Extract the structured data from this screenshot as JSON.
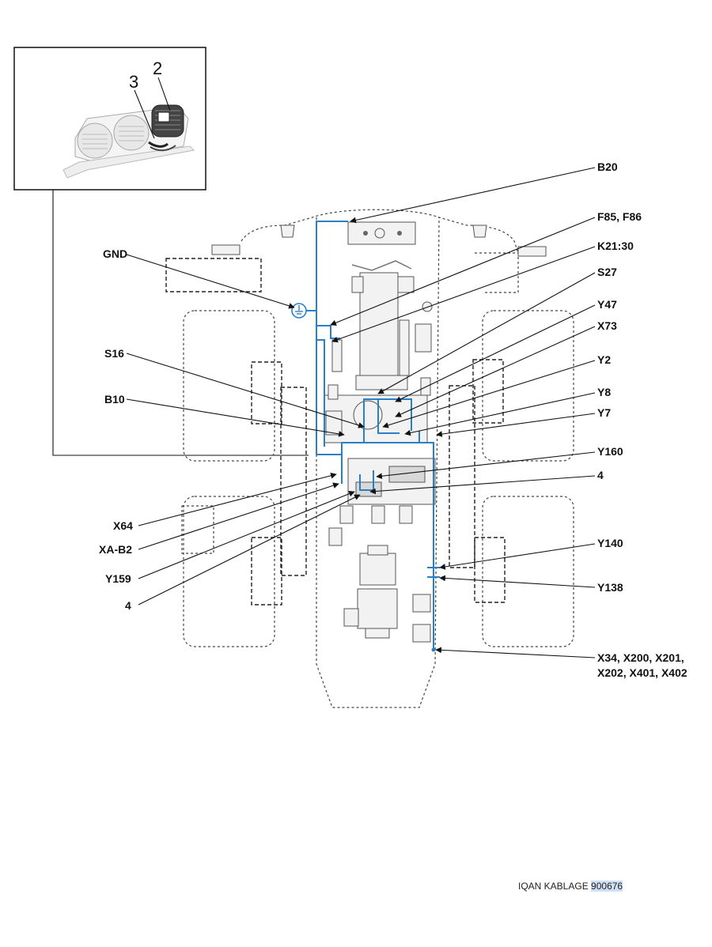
{
  "inset": {
    "labels": [
      "3",
      "2"
    ]
  },
  "labels": {
    "b20": "B20",
    "f85_f86": "F85, F86",
    "k21_30": "K21:30",
    "s27": "S27",
    "y47": "Y47",
    "x73": "X73",
    "y2": "Y2",
    "y8": "Y8",
    "y7": "Y7",
    "y160": "Y160",
    "four_right": "4",
    "y140": "Y140",
    "y138": "Y138",
    "x_group_line1": "X34, X200, X201,",
    "x_group_line2": "X202, X401, X402",
    "gnd": "GND",
    "s16": "S16",
    "b10": "B10",
    "x64": "X64",
    "xa_b2": "XA-B2",
    "y159": "Y159",
    "four_left": "4"
  },
  "footer": {
    "prefix": "IQAN KABLAGE ",
    "code": "900676"
  },
  "colors": {
    "wire": "#2b7fc6",
    "highlight": "#cfe0f3"
  }
}
